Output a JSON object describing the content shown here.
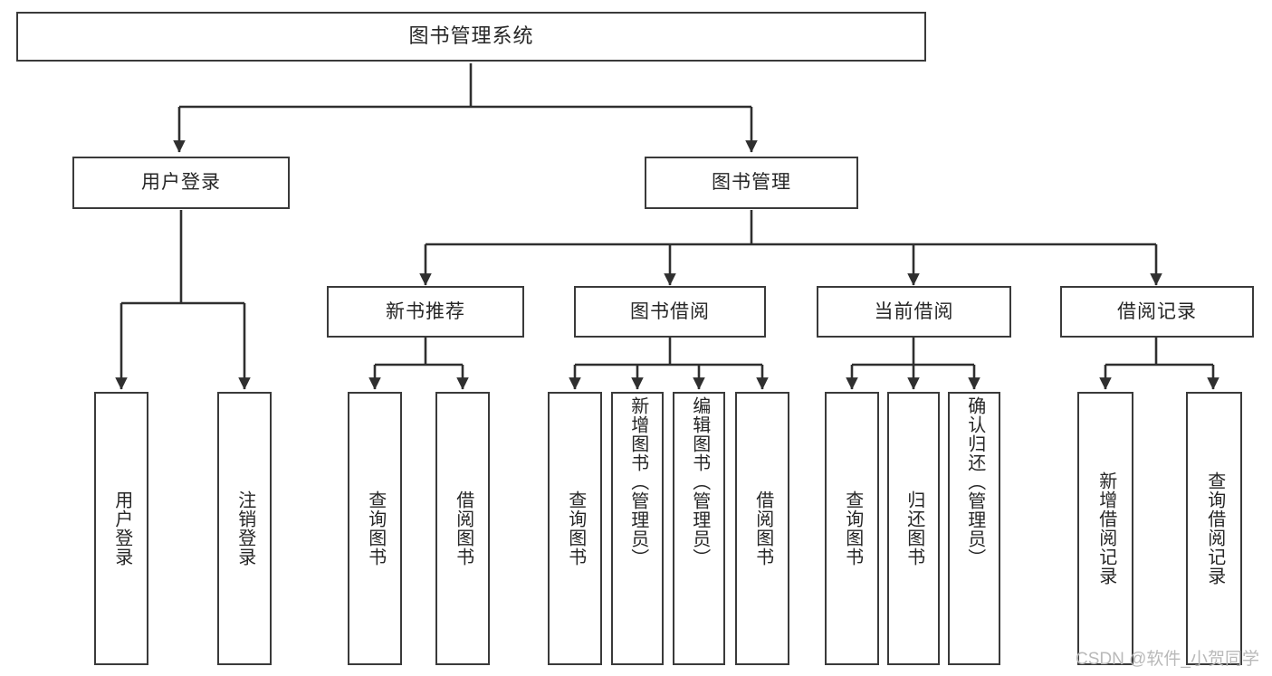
{
  "diagram": {
    "type": "tree",
    "title": "图书管理系统",
    "orientation": "top-down",
    "colors": {
      "box_border": "#3a3a3a",
      "box_fill": "#ffffff",
      "edge": "#2f2f2f",
      "text": "#262626",
      "watermark": "#b9b9b9",
      "background": "#ffffff"
    },
    "root": {
      "id": "root",
      "label": "图书管理系统",
      "orientation": "horizontal"
    },
    "level2": [
      {
        "id": "user-login",
        "label": "用户登录",
        "orientation": "horizontal"
      },
      {
        "id": "book-manage",
        "label": "图书管理",
        "orientation": "horizontal"
      }
    ],
    "level3": [
      {
        "id": "new-book-recommend",
        "label": "新书推荐",
        "orientation": "horizontal",
        "parent": "book-manage"
      },
      {
        "id": "book-borrow",
        "label": "图书借阅",
        "orientation": "horizontal",
        "parent": "book-manage"
      },
      {
        "id": "current-borrow",
        "label": "当前借阅",
        "orientation": "horizontal",
        "parent": "book-manage"
      },
      {
        "id": "borrow-record",
        "label": "借阅记录",
        "orientation": "horizontal",
        "parent": "book-manage"
      }
    ],
    "leaves": [
      {
        "id": "leaf-user-login",
        "label": "用户登录",
        "parent": "user-login"
      },
      {
        "id": "leaf-logout-login",
        "label": "注销登录",
        "parent": "user-login"
      },
      {
        "id": "leaf-query-book-1",
        "label": "查询图书",
        "parent": "new-book-recommend"
      },
      {
        "id": "leaf-borrow-book-1",
        "label": "借阅图书",
        "parent": "new-book-recommend"
      },
      {
        "id": "leaf-query-book-2",
        "label": "查询图书",
        "parent": "book-borrow"
      },
      {
        "id": "leaf-add-book",
        "label": "新增图书（管理员）",
        "parent": "book-borrow"
      },
      {
        "id": "leaf-edit-book",
        "label": "编辑图书（管理员）",
        "parent": "book-borrow"
      },
      {
        "id": "leaf-borrow-book-2",
        "label": "借阅图书",
        "parent": "book-borrow"
      },
      {
        "id": "leaf-query-book-3",
        "label": "查询图书",
        "parent": "current-borrow"
      },
      {
        "id": "leaf-return-book",
        "label": "归还图书",
        "parent": "current-borrow"
      },
      {
        "id": "leaf-confirm-return",
        "label": "确认归还（管理员）",
        "parent": "current-borrow"
      },
      {
        "id": "leaf-add-borrow-record",
        "label": "新增借阅记录",
        "parent": "borrow-record"
      },
      {
        "id": "leaf-query-borrow-record",
        "label": "查询借阅记录",
        "parent": "borrow-record"
      }
    ]
  },
  "watermark": {
    "text": "CSDN @软件_小贺同学"
  }
}
